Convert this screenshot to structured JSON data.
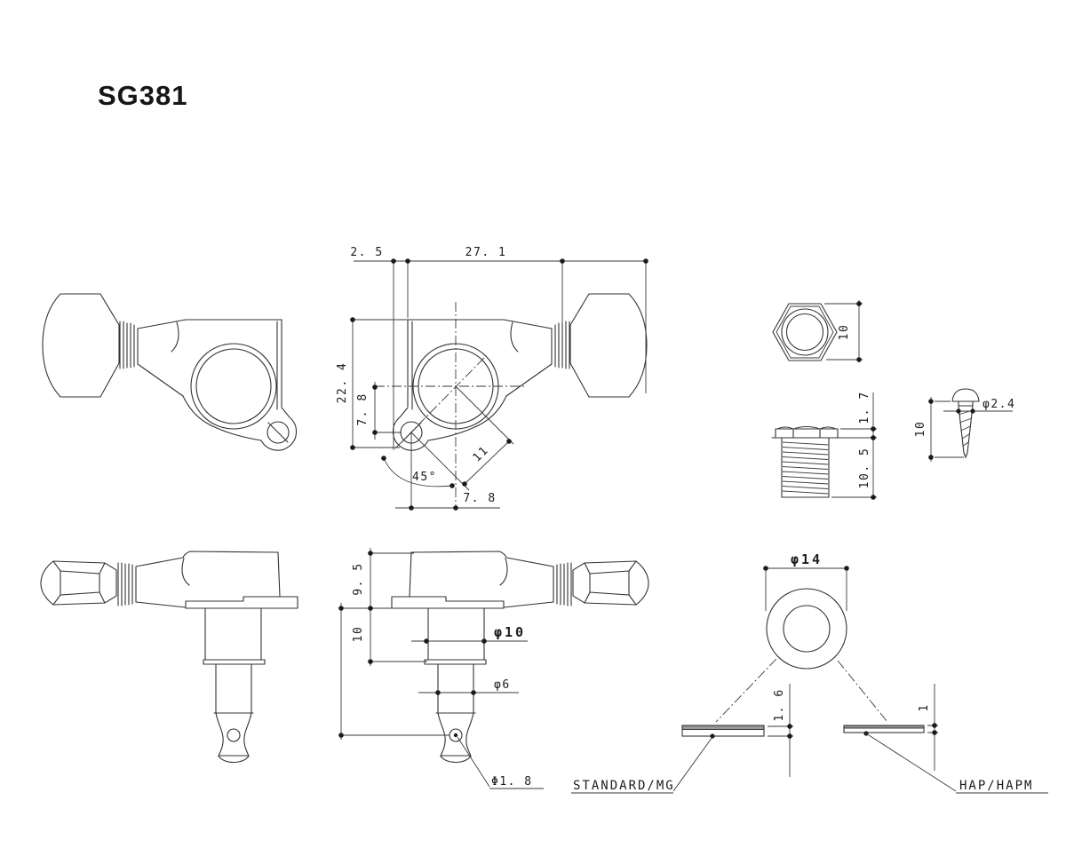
{
  "title": "SG381",
  "drawing": {
    "gear_front": {
      "dim_plate_offset": "2. 5",
      "dim_body_width": "27. 1",
      "dim_overall_height": "22. 4",
      "dim_ear_vertical": "7. 8",
      "dim_screw_angle": "45°",
      "dim_screw_distance": "11",
      "dim_ear_horizontal": "7. 8"
    },
    "hex_nut": {
      "dim_height": "10"
    },
    "bushing": {
      "dim_head_height": "1. 7",
      "dim_thread_length": "10. 5"
    },
    "screw": {
      "dim_length": "10",
      "dim_diameter": "φ2.4"
    },
    "tuner_side": {
      "dim_housing_height": "9. 5",
      "dim_post_height": "10",
      "dim_post_diameter": "φ10",
      "dim_shaft_diameter": "φ6",
      "dim_string_hole": "Φ1. 8"
    },
    "washer": {
      "dim_outer_diameter": "φ14",
      "dim_thickness_standard": "1. 6",
      "dim_thickness_hap": "1",
      "label_standard": "STANDARD/MG",
      "label_hap": "HAP/HAPM"
    }
  }
}
